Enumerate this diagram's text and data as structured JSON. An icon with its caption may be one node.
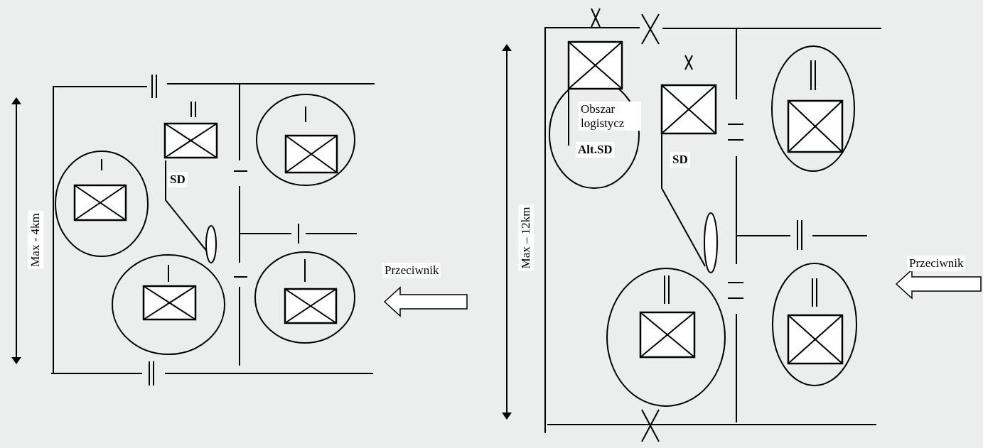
{
  "diagram": {
    "labels": [
      "SD",
      "Max - 4km",
      "Przeciwnik",
      "Obszar logistycz",
      "Alt.SD",
      "SD",
      "Max – 12km",
      "Przeciwnik"
    ]
  }
}
